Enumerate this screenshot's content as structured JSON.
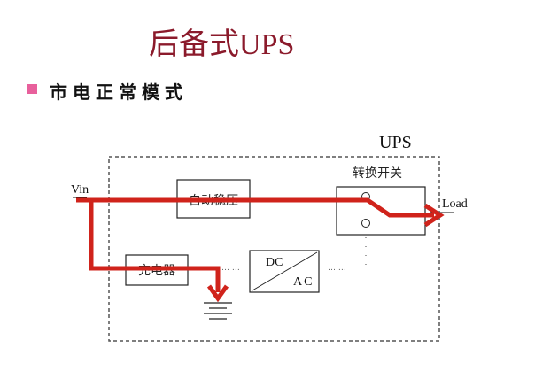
{
  "slide": {
    "title": "后备式UPS",
    "subtitle": "市电正常模式",
    "colors": {
      "title": "#8b1a2b",
      "bullet": "#e8609c",
      "power_path": "#d0231b"
    }
  },
  "diagram": {
    "ups_label": "UPS",
    "input_label": "Vin",
    "output_label": "Load",
    "blocks": {
      "regulator": "自动稳压",
      "transfer_switch": "转换开关",
      "charger": "充电器",
      "inverter_top": "DC",
      "inverter_bottom": "AC"
    },
    "ellipsis": "… …"
  }
}
